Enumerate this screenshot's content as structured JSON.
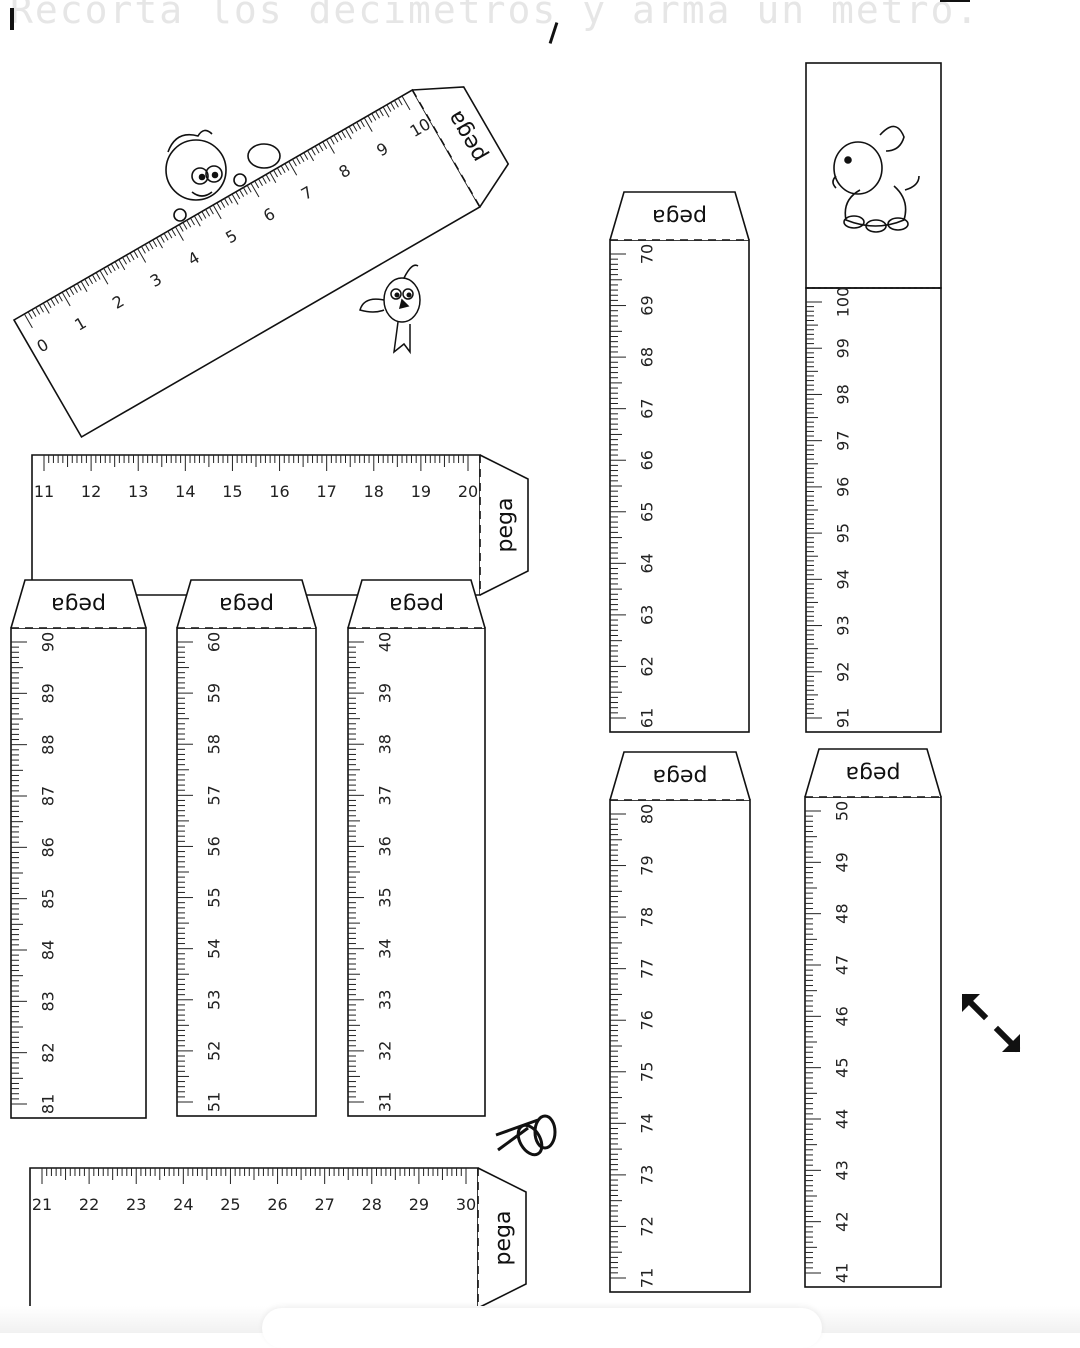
{
  "title": "Recorta los decímetros y arma un metro.",
  "glue_label": "pega",
  "rulers": [
    {
      "id": "r1",
      "start": 0,
      "numbers": [
        "0",
        "1",
        "2",
        "3",
        "4",
        "5",
        "6",
        "7",
        "8",
        "9",
        "10"
      ]
    },
    {
      "id": "r2",
      "start": 11,
      "numbers": [
        "11",
        "12",
        "13",
        "14",
        "15",
        "16",
        "17",
        "18",
        "19",
        "20"
      ]
    },
    {
      "id": "r3",
      "start": 21,
      "numbers": [
        "21",
        "22",
        "23",
        "24",
        "25",
        "26",
        "27",
        "28",
        "29",
        "30"
      ]
    },
    {
      "id": "r4",
      "start": 31,
      "numbers": [
        "31",
        "32",
        "33",
        "34",
        "35",
        "36",
        "37",
        "38",
        "39",
        "40"
      ]
    },
    {
      "id": "r5",
      "start": 41,
      "numbers": [
        "41",
        "42",
        "43",
        "44",
        "45",
        "46",
        "47",
        "48",
        "49",
        "50"
      ]
    },
    {
      "id": "r6",
      "start": 51,
      "numbers": [
        "51",
        "52",
        "53",
        "54",
        "55",
        "56",
        "57",
        "58",
        "59",
        "60"
      ]
    },
    {
      "id": "r7",
      "start": 61,
      "numbers": [
        "61",
        "62",
        "63",
        "64",
        "65",
        "66",
        "67",
        "68",
        "69",
        "70"
      ]
    },
    {
      "id": "r8",
      "start": 71,
      "numbers": [
        "71",
        "72",
        "73",
        "74",
        "75",
        "76",
        "77",
        "78",
        "79",
        "80"
      ]
    },
    {
      "id": "r9",
      "start": 81,
      "numbers": [
        "81",
        "82",
        "83",
        "84",
        "85",
        "86",
        "87",
        "88",
        "89",
        "90"
      ]
    },
    {
      "id": "r10",
      "start": 91,
      "numbers": [
        "91",
        "92",
        "93",
        "94",
        "95",
        "96",
        "97",
        "98",
        "99",
        "100"
      ]
    }
  ],
  "icons": {
    "boy": "boy-illustration",
    "bird": "bird-illustration",
    "dog": "dog-illustration",
    "scissors": "scissors-icon",
    "expand": "expand-arrows-icon"
  }
}
